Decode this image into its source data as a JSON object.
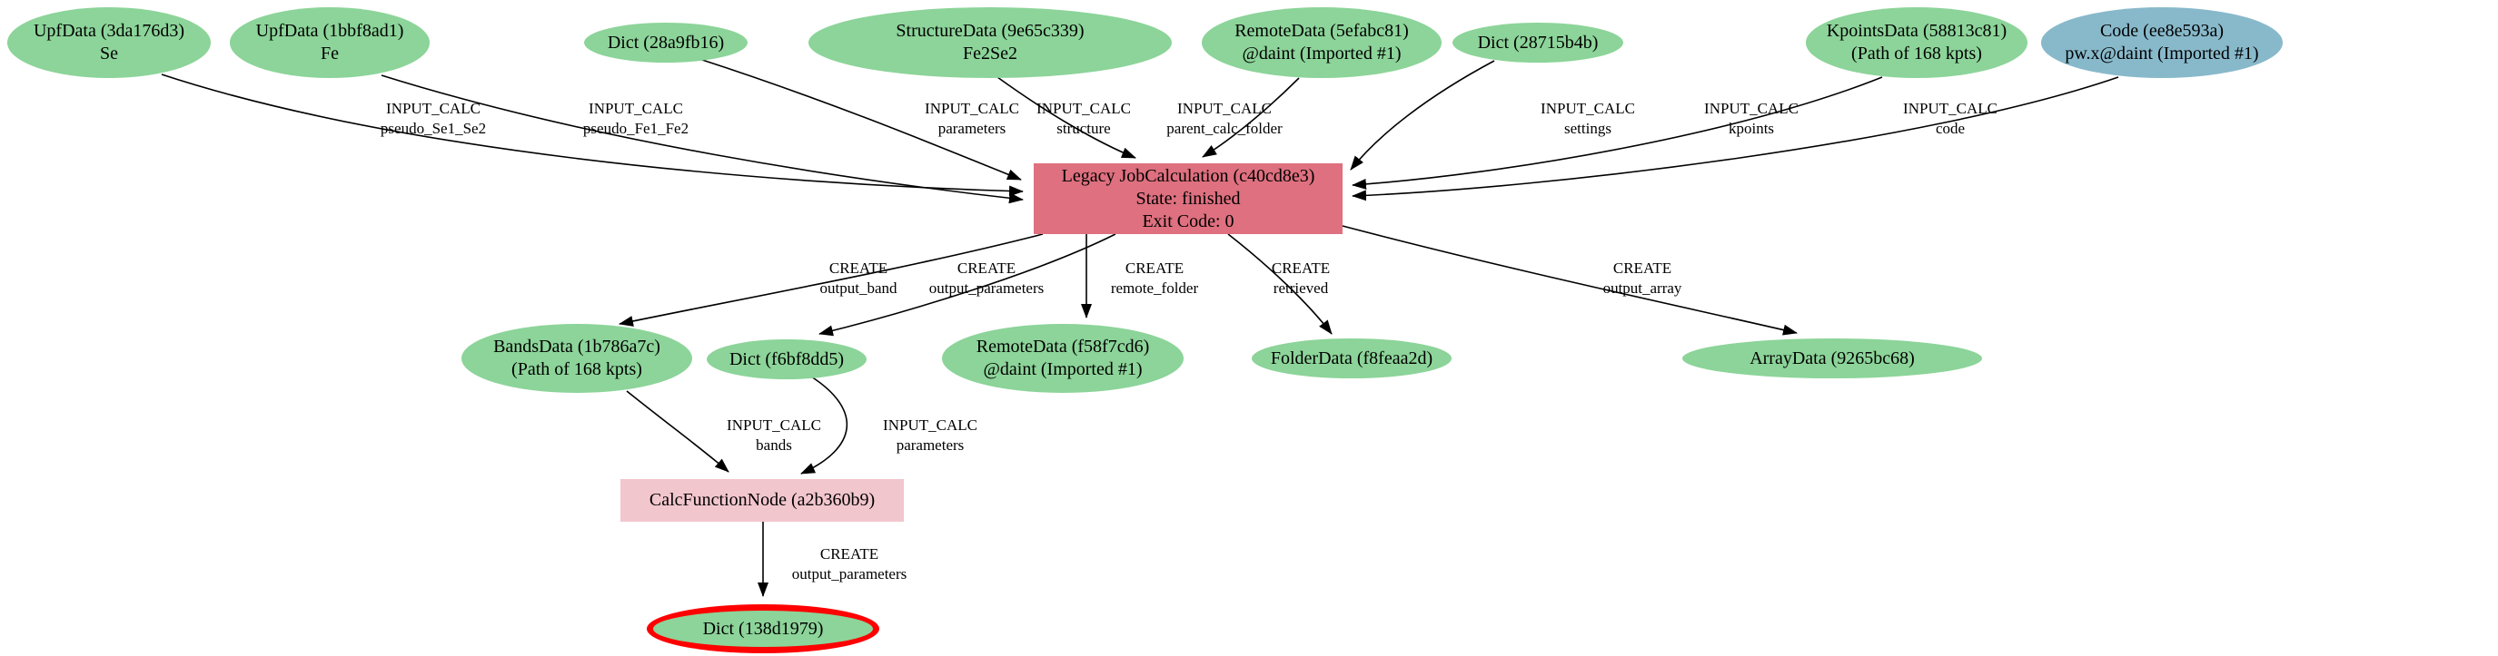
{
  "graph": {
    "colors": {
      "data_node_fill": "#8cd499",
      "code_node_fill": "#88b9cb",
      "calc_node_fill": "#de707f",
      "calc_function_fill": "#f2c6cd",
      "highlight_ring": "#ff0000",
      "edge_color": "#000000",
      "background": "#ffffff"
    },
    "nodes": {
      "upf_se": {
        "line1": "UpfData (3da176d3)",
        "line2": "Se"
      },
      "upf_fe": {
        "line1": "UpfData (1bbf8ad1)",
        "line2": "Fe"
      },
      "dict_28a9": {
        "line1": "Dict (28a9fb16)"
      },
      "structure": {
        "line1": "StructureData (9e65c339)",
        "line2": "Fe2Se2"
      },
      "remote_5ef": {
        "line1": "RemoteData (5efabc81)",
        "line2": "@daint (Imported #1)"
      },
      "dict_2871": {
        "line1": "Dict (28715b4b)"
      },
      "kpoints": {
        "line1": "KpointsData (58813c81)",
        "line2": "(Path of 168 kpts)"
      },
      "code": {
        "line1": "Code (ee8e593a)",
        "line2": "pw.x@daint (Imported #1)"
      },
      "legacy": {
        "line1": "Legacy JobCalculation (c40cd8e3)",
        "line2": "State: finished",
        "line3": "Exit Code: 0"
      },
      "bands": {
        "line1": "BandsData (1b786a7c)",
        "line2": "(Path of 168 kpts)"
      },
      "dict_f6bf": {
        "line1": "Dict (f6bf8dd5)"
      },
      "remote_f58": {
        "line1": "RemoteData (f58f7cd6)",
        "line2": "@daint (Imported #1)"
      },
      "folder": {
        "line1": "FolderData (f8feaa2d)"
      },
      "array": {
        "line1": "ArrayData (9265bc68)"
      },
      "calcfunc": {
        "line1": "CalcFunctionNode (a2b360b9)"
      },
      "dict_final": {
        "line1": "Dict (138d1979)"
      }
    },
    "edges": {
      "e1": {
        "from": "upf_se",
        "to": "legacy",
        "l1": "INPUT_CALC",
        "l2": "pseudo_Se1_Se2"
      },
      "e2": {
        "from": "upf_fe",
        "to": "legacy",
        "l1": "INPUT_CALC",
        "l2": "pseudo_Fe1_Fe2"
      },
      "e3": {
        "from": "dict_28a9",
        "to": "legacy",
        "l1": "INPUT_CALC",
        "l2": "parameters"
      },
      "e4": {
        "from": "structure",
        "to": "legacy",
        "l1": "INPUT_CALC",
        "l2": "structure"
      },
      "e5": {
        "from": "remote_5ef",
        "to": "legacy",
        "l1": "INPUT_CALC",
        "l2": "parent_calc_folder"
      },
      "e6": {
        "from": "dict_2871",
        "to": "legacy",
        "l1": "INPUT_CALC",
        "l2": "settings"
      },
      "e7": {
        "from": "kpoints",
        "to": "legacy",
        "l1": "INPUT_CALC",
        "l2": "kpoints"
      },
      "e8": {
        "from": "code",
        "to": "legacy",
        "l1": "INPUT_CALC",
        "l2": "code"
      },
      "e9": {
        "from": "legacy",
        "to": "bands",
        "l1": "CREATE",
        "l2": "output_band"
      },
      "e10": {
        "from": "legacy",
        "to": "dict_f6bf",
        "l1": "CREATE",
        "l2": "output_parameters"
      },
      "e11": {
        "from": "legacy",
        "to": "remote_f58",
        "l1": "CREATE",
        "l2": "remote_folder"
      },
      "e12": {
        "from": "legacy",
        "to": "folder",
        "l1": "CREATE",
        "l2": "retrieved"
      },
      "e13": {
        "from": "legacy",
        "to": "array",
        "l1": "CREATE",
        "l2": "output_array"
      },
      "e14": {
        "from": "bands",
        "to": "calcfunc",
        "l1": "INPUT_CALC",
        "l2": "bands"
      },
      "e15": {
        "from": "dict_f6bf",
        "to": "calcfunc",
        "l1": "INPUT_CALC",
        "l2": "parameters"
      },
      "e16": {
        "from": "calcfunc",
        "to": "dict_final",
        "l1": "CREATE",
        "l2": "output_parameters"
      }
    }
  }
}
